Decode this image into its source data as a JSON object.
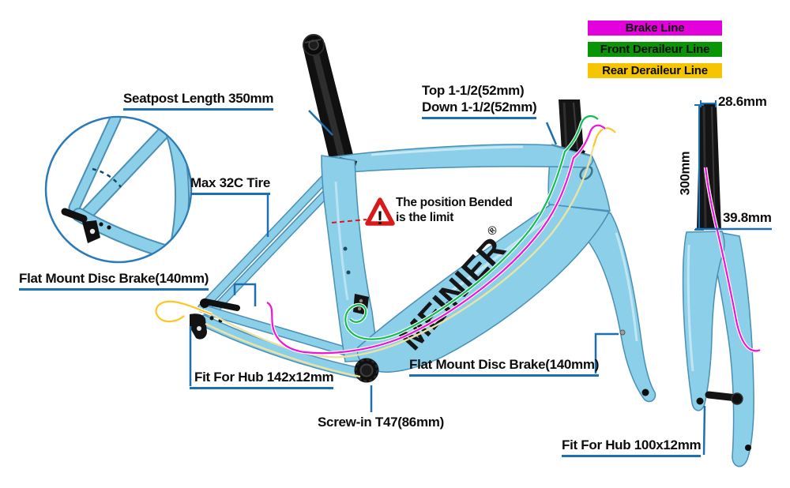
{
  "legend": {
    "items": [
      {
        "label": "Brake Line",
        "color": "#E402DC"
      },
      {
        "label": "Front Deraileur Line",
        "color": "#0A9507"
      },
      {
        "label": "Rear Deraileur Line",
        "color": "#F6C500"
      }
    ]
  },
  "brand": {
    "logo_text": "MEINIER",
    "registered_mark": "®"
  },
  "annotations": {
    "seatpost_length": "Seatpost Length 350mm",
    "headset_top": "Top 1-1/2(52mm)",
    "headset_down": "Down 1-1/2(52mm)",
    "max_tire": "Max 32C Tire",
    "bend_warning_line1": "The position Bended",
    "bend_warning_line2": "is the limit",
    "warning_mark": "!",
    "rear_disc_brake": "Flat Mount Disc Brake(140mm)",
    "rear_hub": "Fit For Hub 142x12mm",
    "front_disc_brake": "Flat Mount Disc Brake(140mm)",
    "bottom_bracket": "Screw-in T47(86mm)",
    "front_hub": "Fit For Hub 100x12mm",
    "steerer_top_diameter": "28.6mm",
    "steerer_length": "300mm",
    "steerer_bottom_diameter": "39.8mm"
  },
  "colors": {
    "frame_blue": "#8CCFE9",
    "frame_outline": "#4A8FB5",
    "leader_blue": "#1C6FB0",
    "brake_line": "#F013DC",
    "front_derailleur_line": "#0FBE53",
    "rear_derailleur_line": "#FFC527",
    "internal_routing_paint": "#EAE3A4",
    "warning_red": "#D81A1A"
  }
}
